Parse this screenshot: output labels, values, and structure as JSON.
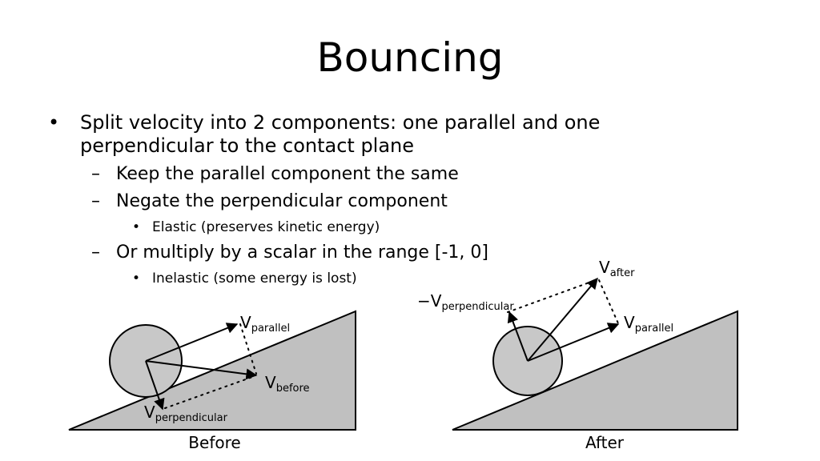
{
  "title": "Bouncing",
  "bullets": {
    "b1_line1": "Split velocity into 2 components: one parallel and one",
    "b1_line2": "perpendicular to the contact plane",
    "b1_1": "Keep the parallel component the same",
    "b1_2": "Negate the perpendicular component",
    "b1_2_1": "Elastic (preserves kinetic energy)",
    "b1_3": "Or multiply by a scalar in the range [-1, 0]",
    "b1_3_1": "Inelastic (some energy is lost)"
  },
  "markers": {
    "bullet": "•",
    "dash": "–",
    "small_bullet": "•"
  },
  "diagrams": {
    "before": {
      "caption": "Before",
      "parallel": {
        "v": "V",
        "sub": "parallel"
      },
      "before": {
        "v": "V",
        "sub": "before"
      },
      "perpendicular": {
        "v": "V",
        "sub": "perpendicular"
      }
    },
    "after": {
      "caption": "After",
      "after": {
        "v": "V",
        "sub": "after"
      },
      "neg_perpendicular": {
        "v": "−V",
        "sub": "perpendicular"
      },
      "parallel": {
        "v": "V",
        "sub": "parallel"
      }
    }
  },
  "colors": {
    "slope_fill": "#c0c0c0",
    "ball_fill": "#c8c8c8",
    "stroke": "#000000"
  }
}
